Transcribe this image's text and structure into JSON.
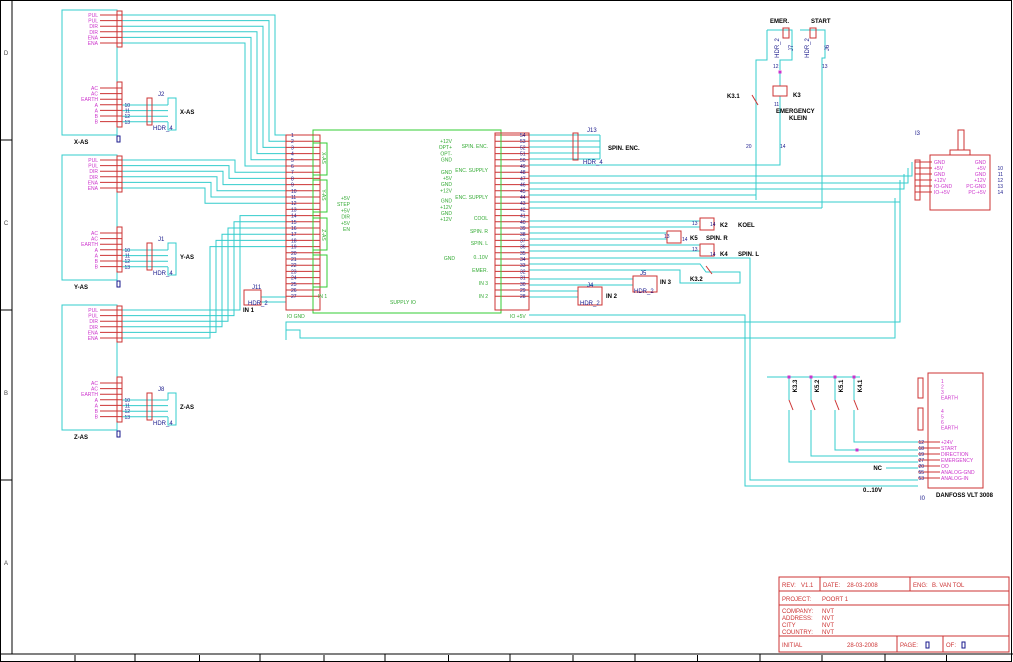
{
  "frame": {
    "row_labels": [
      "D",
      "C",
      "B",
      "A"
    ],
    "wire_color": "#33cccc",
    "pin_color": "#cc3333",
    "label_pink": "#cc33cc",
    "label_green": "#33aa33",
    "label_blue": "#1a1a8c"
  },
  "axes": [
    {
      "id": "x",
      "pins": [
        "PUL",
        "PUL",
        "DIR",
        "DIR",
        "ENA",
        "ENA"
      ],
      "lower_pins": [
        "AC",
        "AC",
        "EARTH",
        "A",
        "A",
        "B",
        "B"
      ],
      "lower_nums": [
        "10",
        "11",
        "12",
        "13"
      ],
      "header": "J2",
      "hdr": "HDR_4",
      "label": "X-AS",
      "conn_label": "X-AS"
    },
    {
      "id": "y",
      "pins": [
        "PUL",
        "PUL",
        "DIR",
        "DIR",
        "ENA",
        "ENA"
      ],
      "lower_pins": [
        "AC",
        "AC",
        "EARTH",
        "A",
        "A",
        "B",
        "B"
      ],
      "lower_nums": [
        "10",
        "11",
        "12",
        "13"
      ],
      "header": "J1",
      "hdr": "HDR_4",
      "label": "Y-AS",
      "conn_label": "Y-AS"
    },
    {
      "id": "z",
      "pins": [
        "PUL",
        "PUL",
        "DIR",
        "DIR",
        "ENA",
        "ENA"
      ],
      "lower_pins": [
        "AC",
        "AC",
        "EARTH",
        "A",
        "A",
        "B",
        "B"
      ],
      "lower_nums": [
        "10",
        "11",
        "12",
        "13"
      ],
      "header": "J8",
      "hdr": "HDR_4",
      "label": "Z-AS",
      "conn_label": "Z-AS"
    }
  ],
  "main_board": {
    "left_nums": [
      "1",
      "2",
      "3",
      "4",
      "5",
      "6",
      "7",
      "8",
      "9",
      "10",
      "11",
      "12",
      "13",
      "14",
      "15",
      "16",
      "17",
      "18",
      "19",
      "20",
      "21",
      "22",
      "23",
      "24",
      "25",
      "26",
      "27"
    ],
    "right_nums": [
      "54",
      "53",
      "52",
      "51",
      "50",
      "49",
      "48",
      "47",
      "46",
      "45",
      "44",
      "43",
      "42",
      "41",
      "40",
      "39",
      "38",
      "37",
      "36",
      "35",
      "34",
      "33",
      "32",
      "31",
      "30",
      "29",
      "28"
    ],
    "inner_left": [
      "+5V",
      "STEP",
      "+5V",
      "DIR",
      "+5V",
      "EN"
    ],
    "inner_mid": [
      "GND"
    ],
    "inner_right": [
      "+12V",
      "OPT+",
      "OPT-",
      "GND",
      "GND",
      "+5V",
      "GND",
      "+12V",
      "GND",
      "+12V",
      "GND",
      "+12V"
    ],
    "signal_labels": [
      "SPIN. ENC.",
      "ENC. SUPPLY",
      "ENC. SUPPLY",
      "COOL",
      "SPIN. R",
      "SPIN. L",
      "0..10V",
      "EMER.",
      "IN 3",
      "IN 2"
    ],
    "bottom_left": "IO GND",
    "bottom_mid": "SUPPLY IO",
    "bottom_right": "IO +5V",
    "in1": "IN 1",
    "vert_labels": [
      "X-AS",
      "Y-AS",
      "Z-AS"
    ]
  },
  "connectors": {
    "j13": {
      "name": "J13",
      "hdr": "HDR_4",
      "label": "SPIN. ENC."
    },
    "j11": {
      "name": "J11",
      "hdr": "HDR_2",
      "label": "IN 1"
    },
    "j4": {
      "name": "J4",
      "hdr": "HDR_2",
      "label": "IN 2"
    },
    "j5": {
      "name": "J5",
      "hdr": "HDR_2",
      "label": "IN 3"
    }
  },
  "relays": {
    "k2": "K2",
    "koel": "KOEL",
    "k5": "K5",
    "spin_r": "SPIN. R",
    "k4": "K4",
    "spin_l": "SPIN. L",
    "k3_2": "K3.2",
    "nums": [
      "13",
      "14",
      "13",
      "14",
      "13",
      "14"
    ]
  },
  "emergency": {
    "emer": "EMER.",
    "start": "START",
    "j7": "J7",
    "j6": "J6",
    "hdr1": "HDR_2",
    "hdr2": "HDR_2",
    "k3_1": "K3.1",
    "k3": "K3",
    "label1": "EMERGENCY",
    "label2": "KLEIN",
    "n12": "12",
    "n13": "13",
    "n20": "20",
    "n14": "14",
    "n11": "11"
  },
  "supply": {
    "id": "I3",
    "left": [
      "GND",
      "+5V",
      "GND",
      "+12V",
      "IO-GND",
      "IO-+5V"
    ],
    "right": [
      "GND",
      "+5V",
      "GND",
      "+12V",
      "PC-GND",
      "PC-+5V"
    ],
    "nums": [
      "10",
      "11",
      "12",
      "13",
      "14"
    ]
  },
  "vlt": {
    "switches": [
      "K3.3",
      "K5.2",
      "K5.1",
      "K4.1"
    ],
    "top_pins": [
      "1",
      "2",
      "3",
      "EARTH"
    ],
    "mid_pins": [
      "4",
      "5",
      "6",
      "EARTH"
    ],
    "sig_pins": [
      "+24V",
      "START",
      "DIRECTION",
      "EMERGENCY",
      "OO",
      "ANALOG-GND",
      "ANALOG-IN"
    ],
    "sig_nums": [
      "12",
      "18",
      "19",
      "27",
      "20",
      "55",
      "53"
    ],
    "nc": "NC",
    "range": "0...10V",
    "id": "I0",
    "name": "DANFOSS VLT 3008"
  },
  "title_block": {
    "rev_label": "REV:",
    "rev": "V1.1",
    "date_label": "DATE:",
    "date": "28-03-2008",
    "eng_label": "ENG:",
    "eng": "B. VAN TOL",
    "project_label": "PROJECT:",
    "project": "POORT 1",
    "company_label": "COMPANY:",
    "company": "NVT",
    "address_label": "ADDRESS:",
    "address": "NVT",
    "city_label": "CITY",
    "city": "NVT",
    "country_label": "COUNTRY:",
    "country": "NVT",
    "initial_label": "INITIAL",
    "initial_date": "28-03-2008",
    "page_label": "PAGE:",
    "of_label": "OF:"
  }
}
